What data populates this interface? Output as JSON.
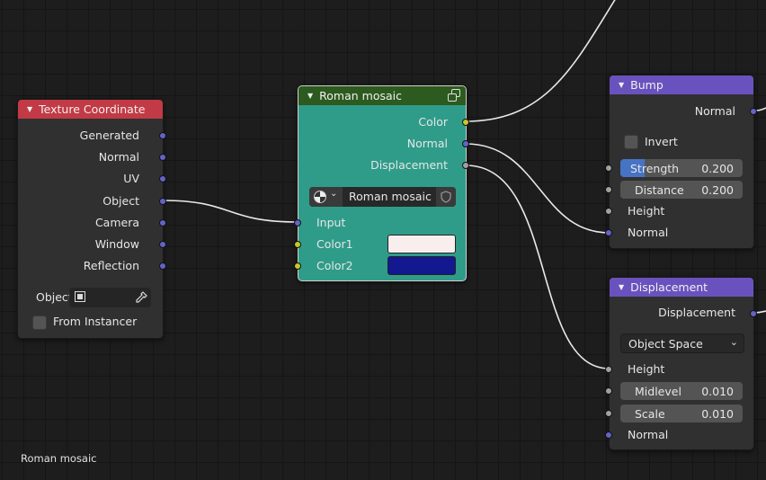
{
  "colors": {
    "texcoord_header": "#c23a45",
    "group_header": "#2c5a1f",
    "group_body": "#2f9c8a",
    "vector_header": "#6a52be",
    "vector_socket": "#6363c7",
    "color_socket": "#c7c729",
    "float_socket": "#a1a1a1",
    "color1": "#f8eeee",
    "color2": "#131890",
    "slider_fill": "#4773c4"
  },
  "texture_coordinate": {
    "title": "Texture Coordinate",
    "outputs": [
      "Generated",
      "Normal",
      "UV",
      "Object",
      "Camera",
      "Window",
      "Reflection"
    ],
    "object_label": "Object",
    "from_instancer_label": "From Instancer",
    "icons": {
      "object": "object-square-icon",
      "eyedropper": "eyedropper-icon"
    }
  },
  "roman_mosaic": {
    "title": "Roman mosaic",
    "outputs": [
      "Color",
      "Normal",
      "Displacement"
    ],
    "node_group_name": "Roman mosaic",
    "inputs": {
      "input": "Input",
      "color1": "Color1",
      "color2": "Color2"
    }
  },
  "bump": {
    "title": "Bump",
    "output": "Normal",
    "invert_label": "Invert",
    "strength_label": "Strength",
    "strength_value": "0.200",
    "strength_fraction": 0.2,
    "distance_label": "Distance",
    "distance_value": "0.200",
    "height_label": "Height",
    "normal_label": "Normal"
  },
  "displacement": {
    "title": "Displacement",
    "output": "Displacement",
    "space_option": "Object Space",
    "height_label": "Height",
    "midlevel_label": "Midlevel",
    "midlevel_value": "0.010",
    "scale_label": "Scale",
    "scale_value": "0.010",
    "normal_label": "Normal"
  },
  "editor_caption": "Roman mosaic"
}
